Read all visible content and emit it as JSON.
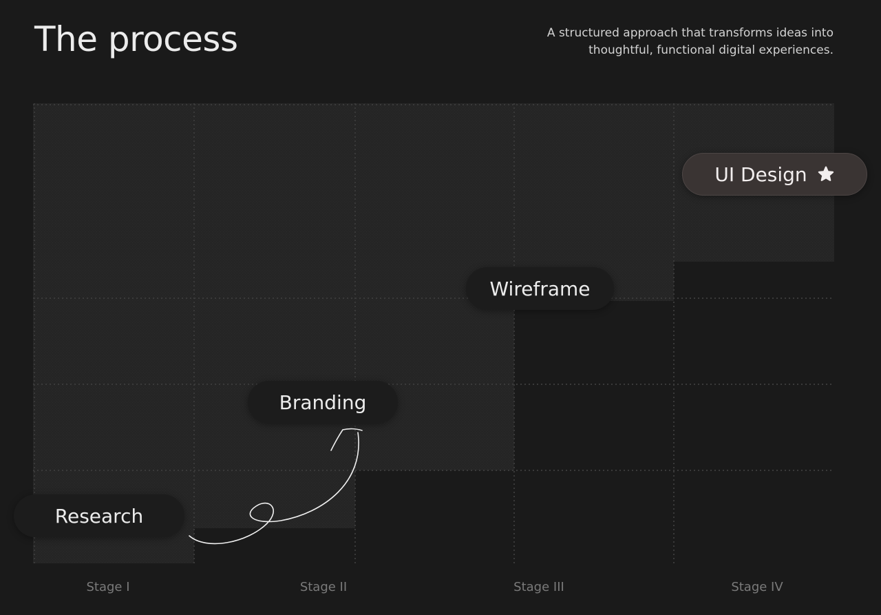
{
  "header": {
    "title": "The process",
    "subtitle_line1": "A structured approach that transforms ideas into",
    "subtitle_line2": "thoughtful, functional digital experiences."
  },
  "steps": [
    {
      "label": "Research",
      "stage": 1,
      "highlight": false
    },
    {
      "label": "Branding",
      "stage": 2,
      "highlight": false
    },
    {
      "label": "Wireframe",
      "stage": 3,
      "highlight": false
    },
    {
      "label": "UI Design",
      "stage": 4,
      "highlight": true,
      "icon": "star-badge-icon"
    }
  ],
  "stages": [
    "Stage I",
    "Stage II",
    "Stage III",
    "Stage IV"
  ],
  "colors": {
    "background": "#1a1a1a",
    "block": "#262626",
    "grid_line": "#3a3a3a",
    "highlight_pill": "#3a3433"
  }
}
